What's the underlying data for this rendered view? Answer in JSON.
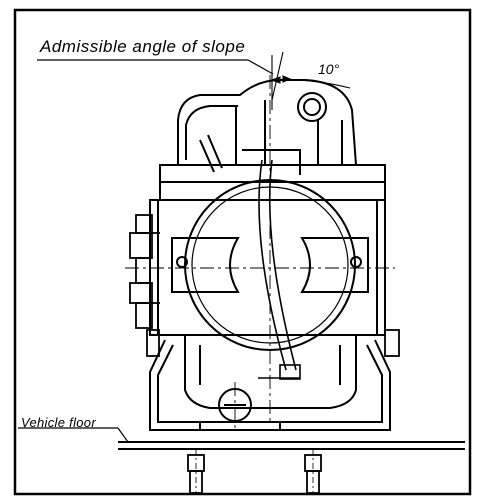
{
  "labels": {
    "slope": "Admissible angle of slope",
    "angle": "10°",
    "floor": "Vehicle floor"
  }
}
